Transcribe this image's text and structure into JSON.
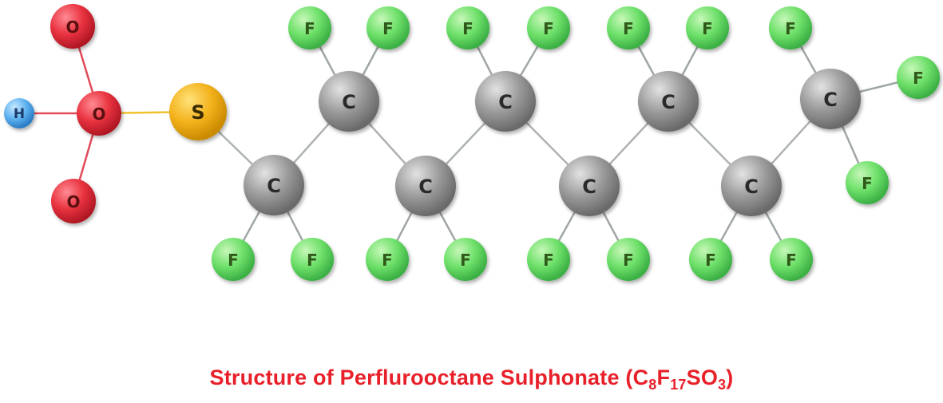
{
  "diagram": {
    "colors": {
      "O": "#e8323f",
      "H": "#5fb3f0",
      "S": "#f3b21c",
      "C": "#9a9a9a",
      "F": "#6ee06a",
      "bond_O": "#e24a5a",
      "bond_S": "#efc22c",
      "bond_C": "#aeb2b2",
      "bond_F": "#a0a6a6",
      "label_O": "#5a1010",
      "label_H": "#1a3a6a",
      "label_S": "#3a2a00",
      "label_C": "#2a2a2a",
      "label_F": "#2f5a1a"
    },
    "atoms": [
      {
        "id": "o_top",
        "element": "O",
        "label": "O"
      },
      {
        "id": "o_center",
        "element": "O",
        "label": "O"
      },
      {
        "id": "o_bottom",
        "element": "O",
        "label": "O"
      },
      {
        "id": "h",
        "element": "H",
        "label": "H"
      },
      {
        "id": "s",
        "element": "S",
        "label": "S"
      },
      {
        "id": "c1",
        "element": "C",
        "label": "C"
      },
      {
        "id": "c2",
        "element": "C",
        "label": "C"
      },
      {
        "id": "c3",
        "element": "C",
        "label": "C"
      },
      {
        "id": "c4",
        "element": "C",
        "label": "C"
      },
      {
        "id": "c5",
        "element": "C",
        "label": "C"
      },
      {
        "id": "c6",
        "element": "C",
        "label": "C"
      },
      {
        "id": "c7",
        "element": "C",
        "label": "C"
      },
      {
        "id": "c8",
        "element": "C",
        "label": "C"
      },
      {
        "id": "f1a",
        "element": "F",
        "label": "F"
      },
      {
        "id": "f1b",
        "element": "F",
        "label": "F"
      },
      {
        "id": "f2a",
        "element": "F",
        "label": "F"
      },
      {
        "id": "f2b",
        "element": "F",
        "label": "F"
      },
      {
        "id": "f3a",
        "element": "F",
        "label": "F"
      },
      {
        "id": "f3b",
        "element": "F",
        "label": "F"
      },
      {
        "id": "f4a",
        "element": "F",
        "label": "F"
      },
      {
        "id": "f4b",
        "element": "F",
        "label": "F"
      },
      {
        "id": "f5a",
        "element": "F",
        "label": "F"
      },
      {
        "id": "f5b",
        "element": "F",
        "label": "F"
      },
      {
        "id": "f6a",
        "element": "F",
        "label": "F"
      },
      {
        "id": "f6b",
        "element": "F",
        "label": "F"
      },
      {
        "id": "f7a",
        "element": "F",
        "label": "F"
      },
      {
        "id": "f7b",
        "element": "F",
        "label": "F"
      },
      {
        "id": "f8a",
        "element": "F",
        "label": "F"
      },
      {
        "id": "f8b",
        "element": "F",
        "label": "F"
      },
      {
        "id": "f8c",
        "element": "F",
        "label": "F"
      }
    ],
    "bonds": [
      [
        "o_center",
        "o_top"
      ],
      [
        "o_center",
        "o_bottom"
      ],
      [
        "o_center",
        "h"
      ],
      [
        "o_center",
        "s"
      ],
      [
        "s",
        "c1"
      ],
      [
        "c1",
        "c2"
      ],
      [
        "c2",
        "c3"
      ],
      [
        "c3",
        "c4"
      ],
      [
        "c4",
        "c5"
      ],
      [
        "c5",
        "c6"
      ],
      [
        "c6",
        "c7"
      ],
      [
        "c7",
        "c8"
      ],
      [
        "c1",
        "f1a"
      ],
      [
        "c1",
        "f1b"
      ],
      [
        "c2",
        "f2a"
      ],
      [
        "c2",
        "f2b"
      ],
      [
        "c3",
        "f3a"
      ],
      [
        "c3",
        "f3b"
      ],
      [
        "c4",
        "f4a"
      ],
      [
        "c4",
        "f4b"
      ],
      [
        "c5",
        "f5a"
      ],
      [
        "c5",
        "f5b"
      ],
      [
        "c6",
        "f6a"
      ],
      [
        "c6",
        "f6b"
      ],
      [
        "c7",
        "f7a"
      ],
      [
        "c7",
        "f7b"
      ],
      [
        "c8",
        "f8a"
      ],
      [
        "c8",
        "f8b"
      ],
      [
        "c8",
        "f8c"
      ]
    ]
  },
  "caption": {
    "text": "Structure of Perflurooctane Sulphonate (",
    "c": "C",
    "c_sub": "8",
    "f": "F",
    "f_sub": "17",
    "so": "SO",
    "so_sub": "3",
    "close": ")"
  }
}
